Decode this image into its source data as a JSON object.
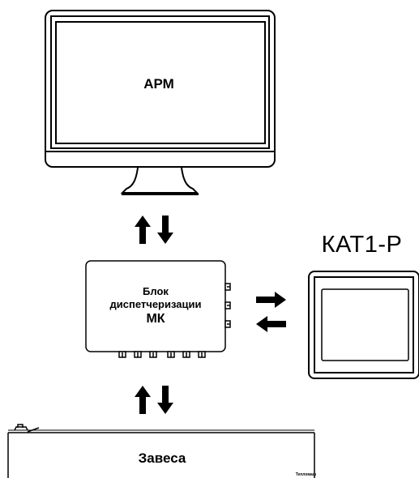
{
  "workstation": {
    "label": "АРМ"
  },
  "dispatch_unit": {
    "line1": "Блок",
    "line2": "диспетчеризации",
    "line3": "МК"
  },
  "control_panel": {
    "label": "КАТ1-Р"
  },
  "curtain": {
    "label": "Завеса",
    "brand": "Тепломаш"
  },
  "colors": {
    "stroke": "#000000",
    "background": "#ffffff"
  }
}
